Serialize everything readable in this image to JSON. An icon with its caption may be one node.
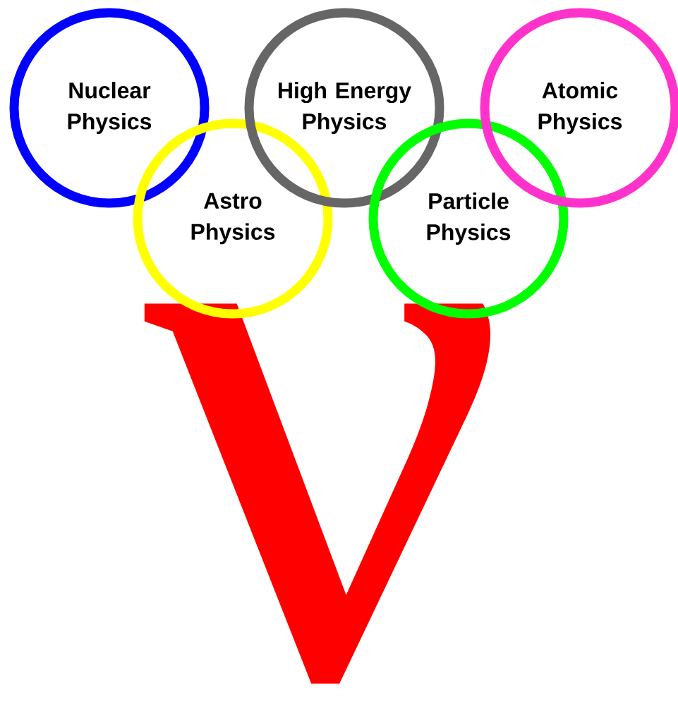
{
  "diagram": {
    "nodes": [
      {
        "text": [
          "Nuclear Physics"
        ]
      },
      {
        "text": [
          "Astro Physics"
        ]
      },
      {
        "text": [
          "High Energy Physics"
        ]
      },
      {
        "text": [
          "Particle Physics"
        ]
      },
      {
        "text": [
          "Atomic Physics"
        ]
      }
    ],
    "labels": [
      "ν"
    ]
  }
}
